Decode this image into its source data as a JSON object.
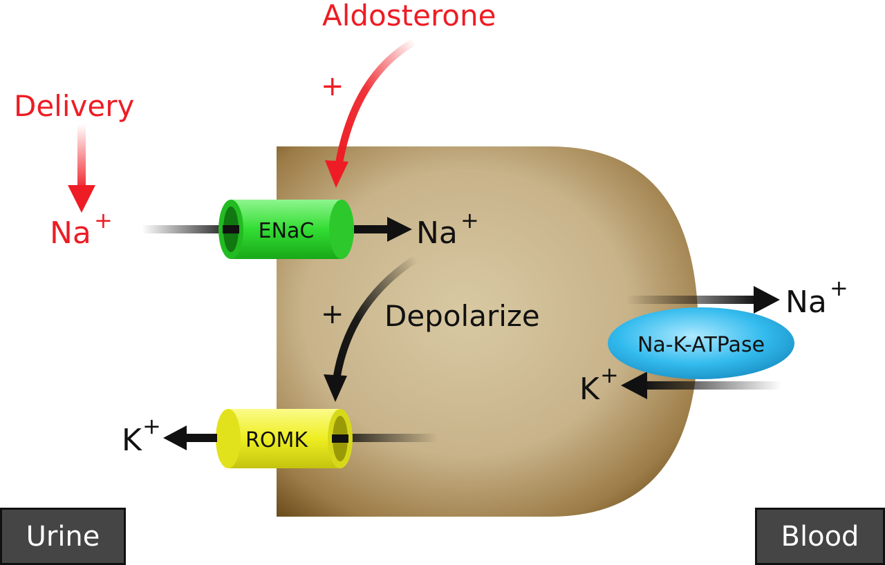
{
  "labels": {
    "aldosterone": "Aldosterone",
    "delivery": "Delivery",
    "plus_aldosterone": "+",
    "plus_depolarize": "+",
    "depolarize": "Depolarize",
    "na_urine": "Na",
    "na_urine_sup": "+",
    "na_cell": "Na",
    "na_cell_sup": "+",
    "na_blood": "Na",
    "na_blood_sup": "+",
    "k_blood": "K",
    "k_blood_sup": "+",
    "k_urine": "K",
    "k_urine_sup": "+",
    "enac": "ENaC",
    "romk": "ROMK",
    "nak_atpase": "Na-K-ATPase",
    "urine": "Urine",
    "blood": "Blood"
  },
  "colors": {
    "regulator_red": "#ee1c24",
    "cell_brown": "#a08050",
    "enac_green": "#33dd33",
    "romk_yellow": "#eeee22",
    "atpase_cyan": "#33bbee",
    "corner_box_gray": "#454545"
  }
}
